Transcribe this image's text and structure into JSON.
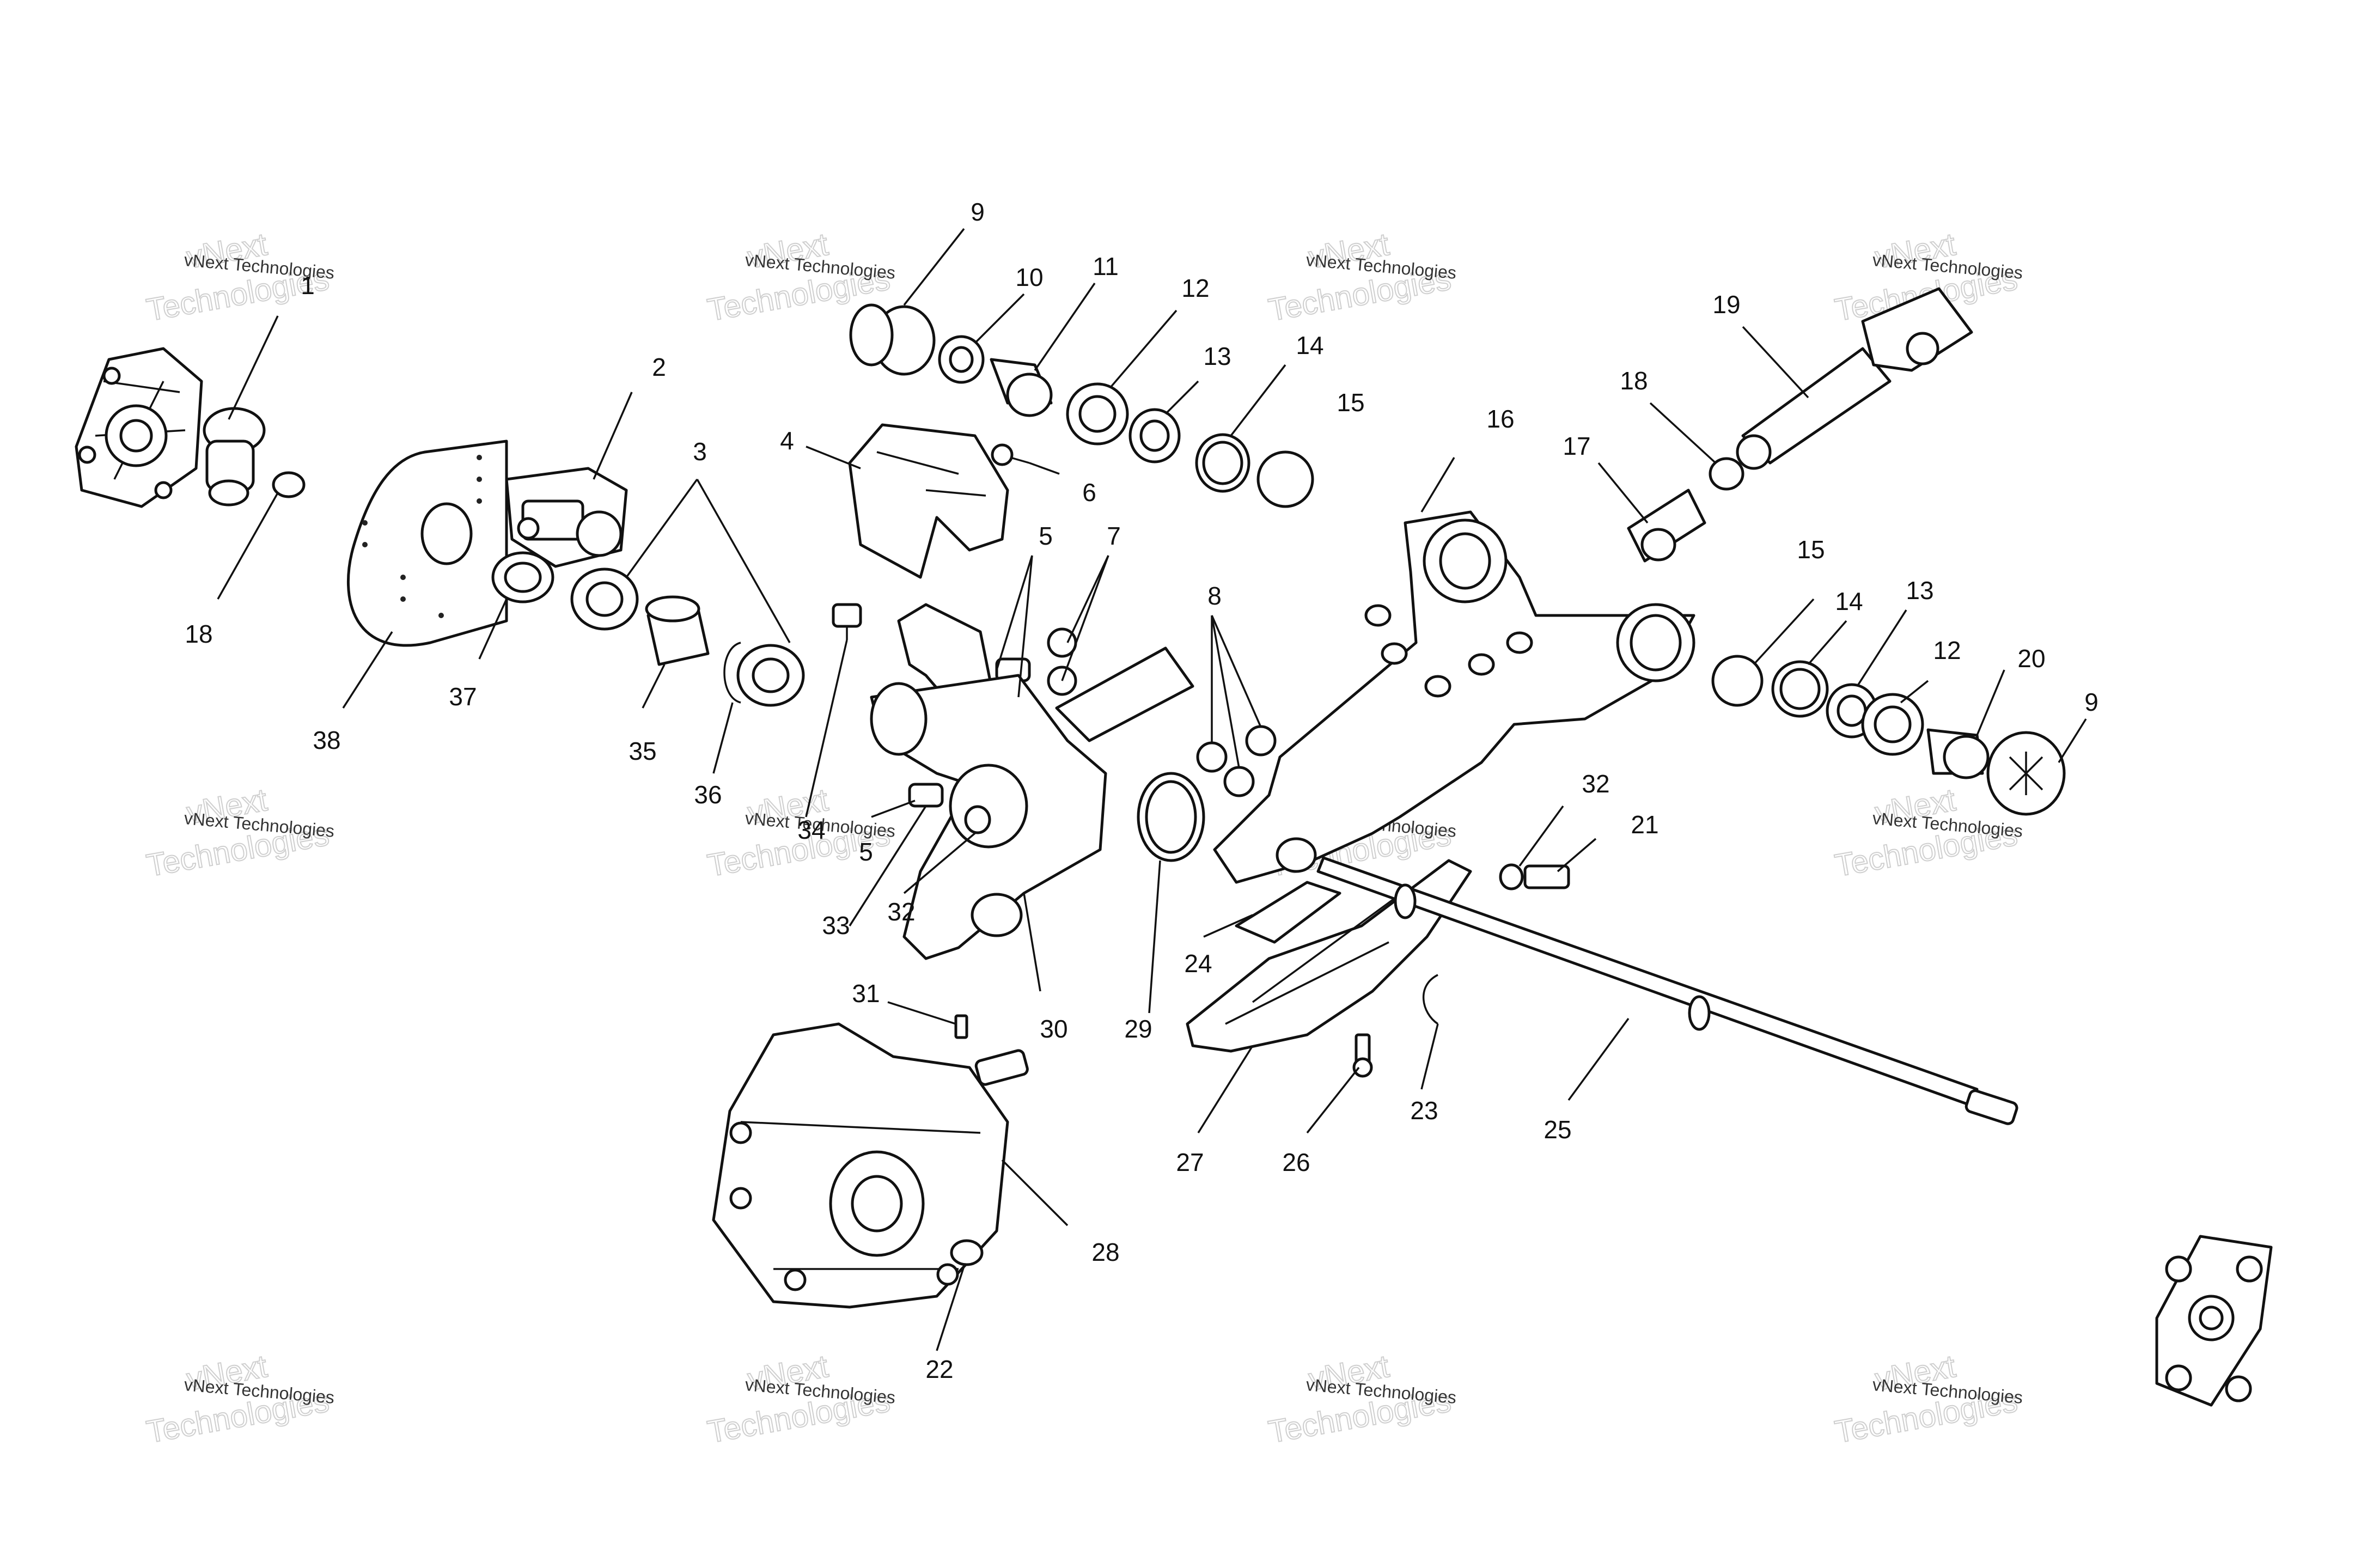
{
  "watermark": {
    "line1": "vNext Technologies",
    "big_top": "vNext",
    "big_bottom": "Technologies"
  },
  "callouts": [
    {
      "id": "c1",
      "text": "1"
    },
    {
      "id": "c2",
      "text": "2"
    },
    {
      "id": "c3",
      "text": "3"
    },
    {
      "id": "c4",
      "text": "4"
    },
    {
      "id": "c5a",
      "text": "5"
    },
    {
      "id": "c5b",
      "text": "5"
    },
    {
      "id": "c6",
      "text": "6"
    },
    {
      "id": "c7",
      "text": "7"
    },
    {
      "id": "c8",
      "text": "8"
    },
    {
      "id": "c9a",
      "text": "9"
    },
    {
      "id": "c9b",
      "text": "9"
    },
    {
      "id": "c10",
      "text": "10"
    },
    {
      "id": "c11",
      "text": "11"
    },
    {
      "id": "c12a",
      "text": "12"
    },
    {
      "id": "c12b",
      "text": "12"
    },
    {
      "id": "c13a",
      "text": "13"
    },
    {
      "id": "c13b",
      "text": "13"
    },
    {
      "id": "c14a",
      "text": "14"
    },
    {
      "id": "c14b",
      "text": "14"
    },
    {
      "id": "c15a",
      "text": "15"
    },
    {
      "id": "c15b",
      "text": "15"
    },
    {
      "id": "c16",
      "text": "16"
    },
    {
      "id": "c17",
      "text": "17"
    },
    {
      "id": "c18a",
      "text": "18"
    },
    {
      "id": "c18b",
      "text": "18"
    },
    {
      "id": "c19",
      "text": "19"
    },
    {
      "id": "c20",
      "text": "20"
    },
    {
      "id": "c21",
      "text": "21"
    },
    {
      "id": "c22",
      "text": "22"
    },
    {
      "id": "c23",
      "text": "23"
    },
    {
      "id": "c24",
      "text": "24"
    },
    {
      "id": "c25",
      "text": "25"
    },
    {
      "id": "c26",
      "text": "26"
    },
    {
      "id": "c27",
      "text": "27"
    },
    {
      "id": "c28",
      "text": "28"
    },
    {
      "id": "c29",
      "text": "29"
    },
    {
      "id": "c30",
      "text": "30"
    },
    {
      "id": "c31",
      "text": "31"
    },
    {
      "id": "c32a",
      "text": "32"
    },
    {
      "id": "c32b",
      "text": "32"
    },
    {
      "id": "c33",
      "text": "33"
    },
    {
      "id": "c34",
      "text": "34"
    },
    {
      "id": "c35",
      "text": "35"
    },
    {
      "id": "c36",
      "text": "36"
    },
    {
      "id": "c37",
      "text": "37"
    },
    {
      "id": "c38",
      "text": "38"
    }
  ]
}
